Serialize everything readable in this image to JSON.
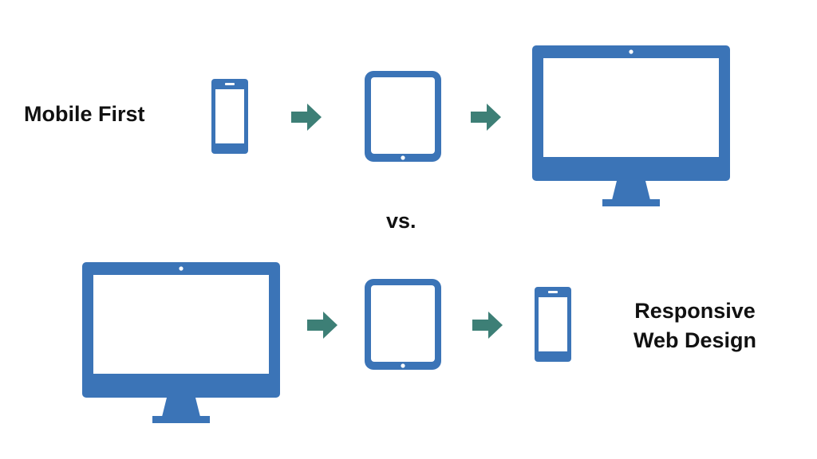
{
  "labels": {
    "top": "Mobile First",
    "vs": "vs.",
    "bottom_line1": "Responsive",
    "bottom_line2": "Web Design"
  },
  "colors": {
    "device": "#3b74b7",
    "arrow": "#3d7f76",
    "screen": "#ffffff",
    "text": "#111111"
  },
  "rows": {
    "top": [
      "phone-icon",
      "arrow-right-icon",
      "tablet-icon",
      "arrow-right-icon",
      "desktop-monitor-icon"
    ],
    "bottom": [
      "desktop-monitor-icon",
      "arrow-right-icon",
      "tablet-icon",
      "arrow-right-icon",
      "phone-icon"
    ]
  }
}
